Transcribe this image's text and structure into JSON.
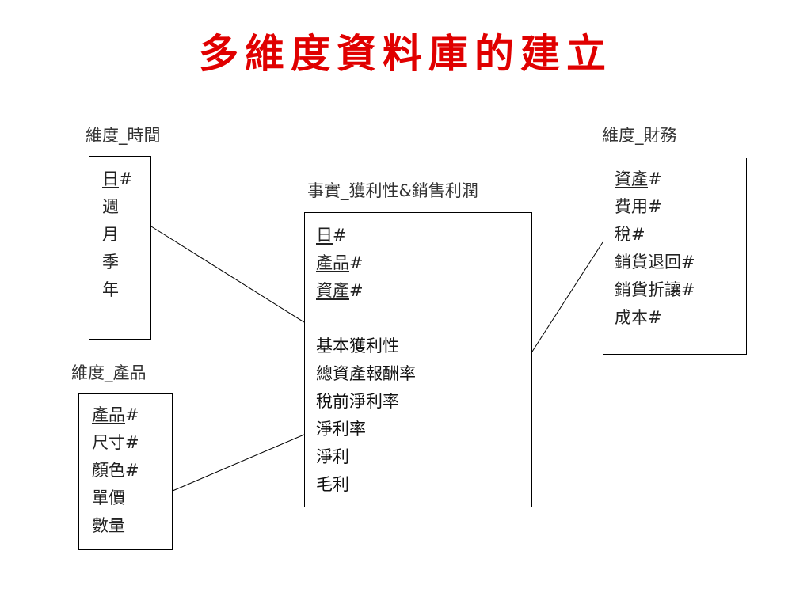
{
  "title": "多維度資料庫的建立",
  "dimensions": {
    "time": {
      "label": "維度_時間",
      "attributes": [
        {
          "key": "日",
          "suffix": "#"
        },
        {
          "text": "週"
        },
        {
          "text": "月"
        },
        {
          "text": "季"
        },
        {
          "text": "年"
        }
      ]
    },
    "product": {
      "label": "維度_產品",
      "attributes": [
        {
          "key": "產品",
          "suffix": "#"
        },
        {
          "text": "尺寸#"
        },
        {
          "text": "顏色#"
        },
        {
          "text": "單價"
        },
        {
          "text": "數量"
        }
      ]
    },
    "finance": {
      "label": "維度_財務",
      "attributes": [
        {
          "key": "資產",
          "suffix": "#"
        },
        {
          "text": "費用#"
        },
        {
          "text": "稅#"
        },
        {
          "text": "銷貨退回#"
        },
        {
          "text": "銷貨折讓#"
        },
        {
          "text": "成本#"
        }
      ]
    }
  },
  "fact": {
    "label": "事實_獲利性&銷售利潤",
    "keys": [
      {
        "key": "日",
        "suffix": "#"
      },
      {
        "key": "產品",
        "suffix": "#"
      },
      {
        "key": "資產",
        "suffix": "#"
      }
    ],
    "metrics": [
      "基本獲利性",
      "總資產報酬率",
      "稅前淨利率",
      "淨利率",
      "淨利",
      "毛利"
    ]
  }
}
